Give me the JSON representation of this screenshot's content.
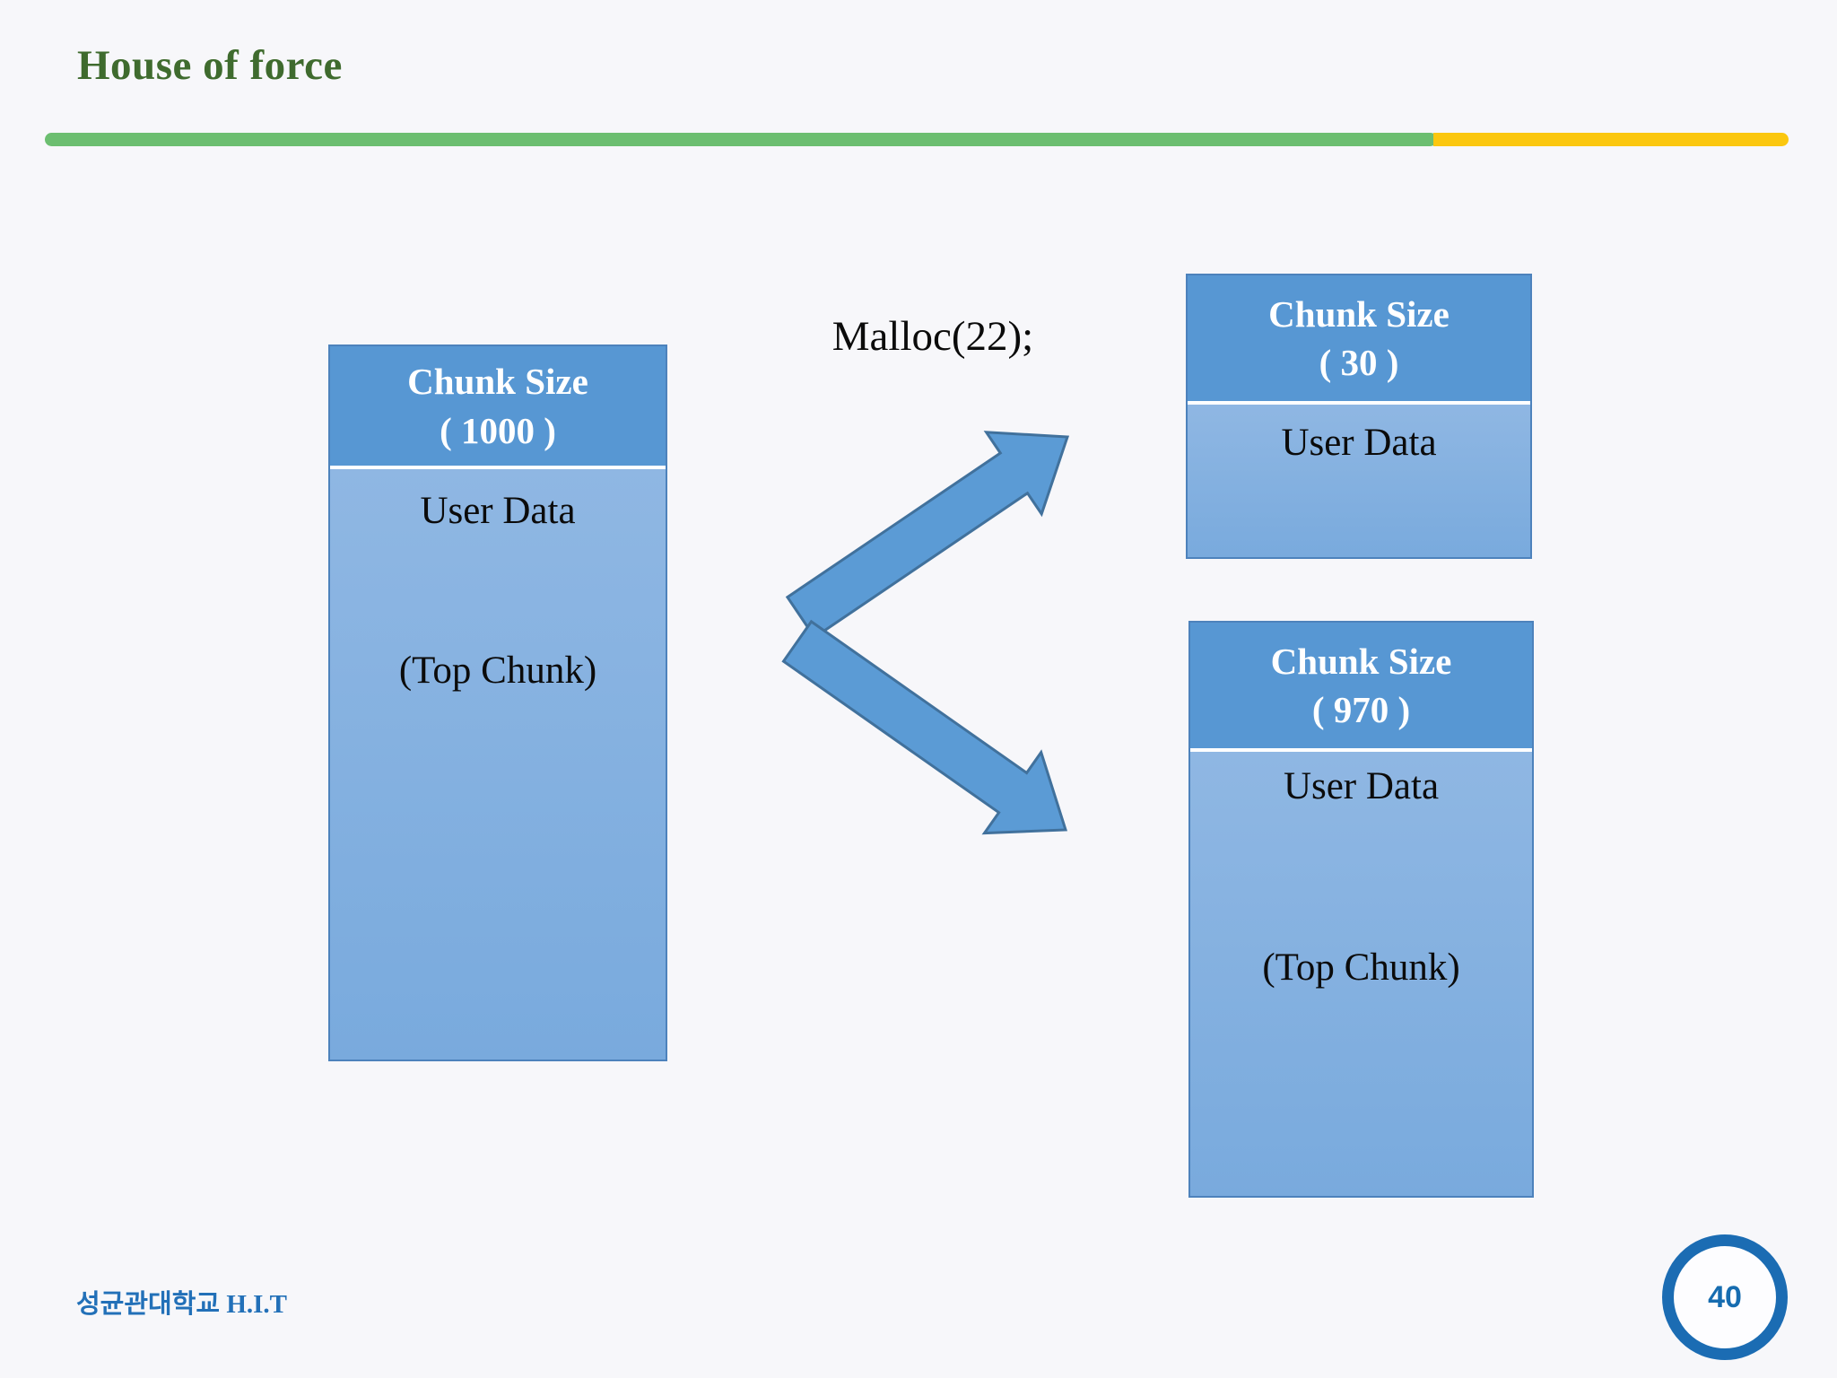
{
  "title": "House of force",
  "malloc_text": "Malloc(22);",
  "footer_text": "성균관대학교 H.I.T",
  "page_number": "40",
  "boxes": {
    "left": {
      "header_line1": "Chunk Size",
      "header_line2": "( 1000 )",
      "user_data": "User Data",
      "top_chunk": "(Top Chunk)"
    },
    "top_right": {
      "header_line1": "Chunk Size",
      "header_line2": "( 30 )",
      "user_data": "User Data"
    },
    "bottom_right": {
      "header_line1": "Chunk Size",
      "header_line2": "( 970 )",
      "user_data": "User Data",
      "top_chunk": "(Top Chunk)"
    }
  },
  "colors": {
    "background": "#f7f7fa",
    "title_green": "#3f6b2e",
    "divider_green": "#6cbe70",
    "divider_yellow": "#fbc70f",
    "box_header_blue": "#5797d3",
    "box_body_blue_top": "#8fb7e3",
    "box_body_blue_bottom": "#79aadd",
    "box_border_blue": "#4d82bc",
    "arrow_fill": "#5b9bd5",
    "arrow_stroke": "#41719c",
    "footer_blue": "#2270b8",
    "page_circle_blue": "#1b6cb3"
  }
}
